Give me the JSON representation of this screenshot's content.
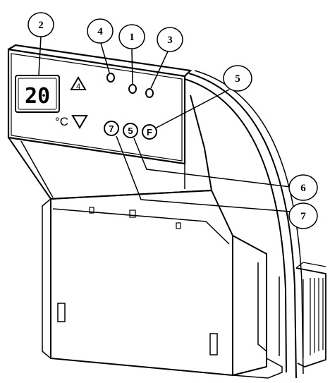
{
  "display": {
    "reading": "20",
    "unit": "°C"
  },
  "panel": {
    "up_button_symbol": "4",
    "buttons": [
      "7",
      "5",
      "F"
    ]
  },
  "callouts": [
    "2",
    "4",
    "1",
    "3",
    "5",
    "6",
    "7"
  ]
}
